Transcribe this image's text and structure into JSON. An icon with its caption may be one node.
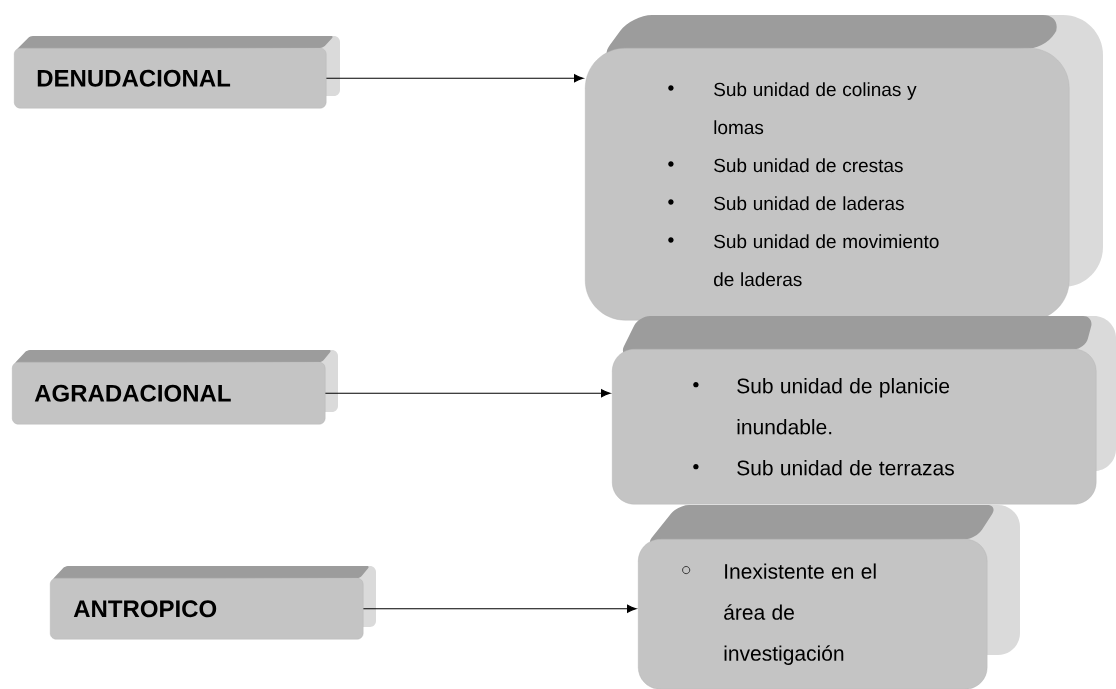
{
  "diagram": {
    "nodes": [
      {
        "text": [
          "DENUDACIONAL"
        ]
      },
      {
        "text": [
          "Sub unidad de colinas y lomas",
          "Sub unidad de crestas",
          "Sub unidad de laderas",
          "Sub unidad de movimiento de laderas"
        ]
      },
      {
        "text": [
          "AGRADACIONAL"
        ]
      },
      {
        "text": [
          "Sub unidad de planicie inundable.",
          "Sub unidad de terrazas"
        ]
      },
      {
        "text": [
          "ANTROPICO"
        ]
      },
      {
        "text": [
          "Inexistente en el área de investigación"
        ]
      }
    ],
    "edges": [
      {
        "from": 0,
        "to": 1,
        "arrow": "to"
      },
      {
        "from": 2,
        "to": 3,
        "arrow": "to"
      },
      {
        "from": 4,
        "to": 5,
        "arrow": "to"
      }
    ]
  }
}
